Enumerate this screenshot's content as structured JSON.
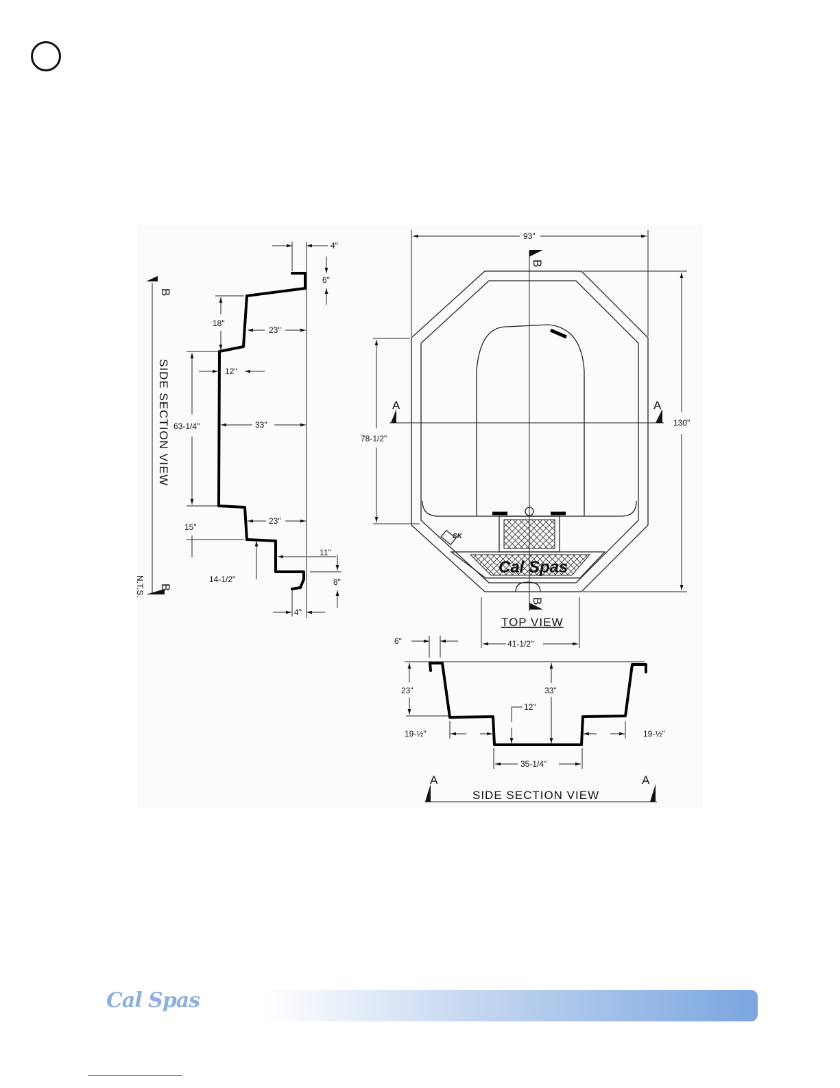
{
  "drawing": {
    "left_view": {
      "title": "SIDE SECTION VIEW",
      "section_marker": "B",
      "scale_note": "N.T.S.",
      "dims": {
        "top_width": "4\"",
        "lip_height": "6\"",
        "step1_height": "18\"",
        "step1_depth": "23\"",
        "seat_depth": "12\"",
        "main_height": "63-1/4\"",
        "main_depth": "33\"",
        "step2_depth": "23\"",
        "step2_height": "15\"",
        "step3_depth": "11\"",
        "step3_height": "14-1/2\"",
        "bottom_lip_height": "8\"",
        "bottom_width": "4\""
      }
    },
    "top_view": {
      "title": "TOP VIEW",
      "section_a": "A",
      "section_b": "B",
      "skimmer_label": "SK",
      "logo_text": "Cal Spas",
      "dims": {
        "overall_width": "93\"",
        "overall_length": "130\"",
        "inner_length": "78-1/2\"",
        "bottom_width": "41-1/2\""
      }
    },
    "section_view": {
      "title": "SIDE SECTION VIEW",
      "section_marker": "A",
      "dims": {
        "lip_width": "6\"",
        "bench_height": "23\"",
        "total_depth": "33\"",
        "footwell_depth": "12\"",
        "bench_left": "19-½\"",
        "bench_right": "19-½\"",
        "footwell_width": "35-1/4\""
      }
    }
  },
  "footer": {
    "logo_text": "Cal Spas",
    "bar_color": "#7ba6e0"
  }
}
